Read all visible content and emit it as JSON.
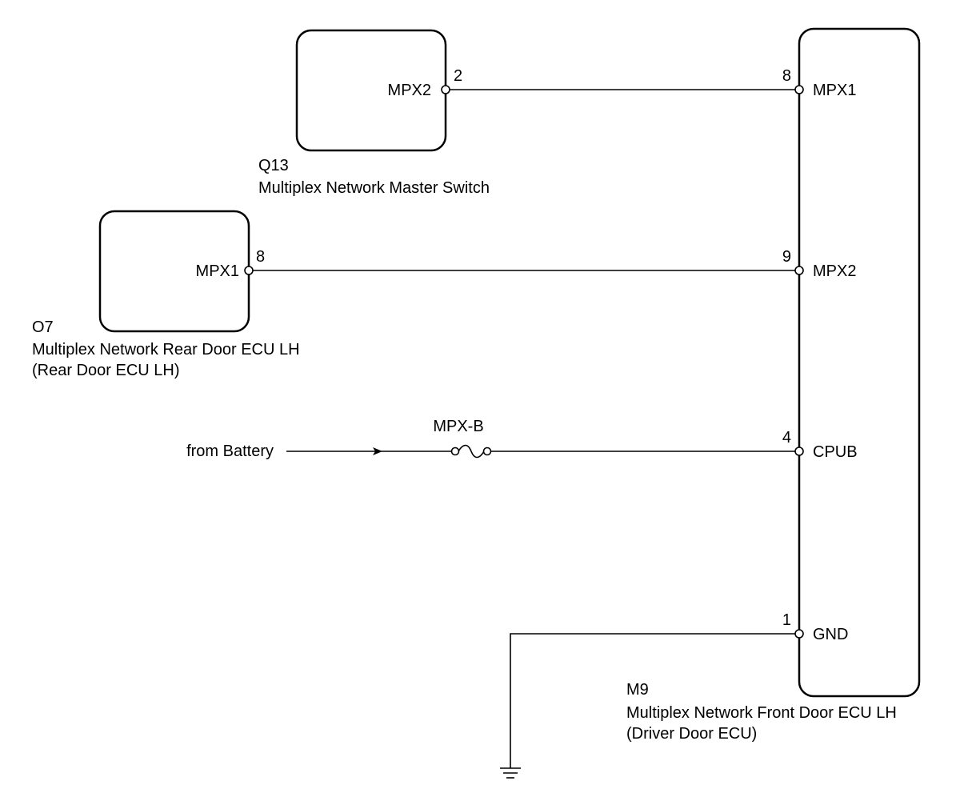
{
  "components": {
    "master_switch": {
      "code": "Q13",
      "name": "Multiplex Network Master Switch",
      "pin_label": "MPX2",
      "pin_number": "2"
    },
    "rear_door_ecu": {
      "code": "O7",
      "name": "Multiplex Network Rear Door ECU LH",
      "alias": "(Rear Door ECU LH)",
      "pin_label": "MPX1",
      "pin_number": "8"
    },
    "front_door_ecu": {
      "code": "M9",
      "name": "Multiplex Network Front Door ECU LH",
      "alias": "(Driver Door ECU)",
      "pins": [
        {
          "number": "8",
          "label": "MPX1"
        },
        {
          "number": "9",
          "label": "MPX2"
        },
        {
          "number": "4",
          "label": "CPUB"
        },
        {
          "number": "1",
          "label": "GND"
        }
      ]
    }
  },
  "battery_source": "from Battery",
  "fuse_label": "MPX-B"
}
